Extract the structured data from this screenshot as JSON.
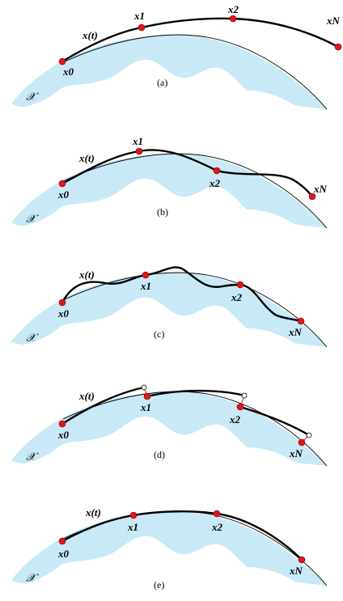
{
  "set_label": "𝒳",
  "traj_label": "x(t)",
  "points": {
    "x0": "x0",
    "x1": "x1",
    "x2": "x2",
    "xN": "xN"
  },
  "panels": [
    {
      "id": "a",
      "caption": "(a)"
    },
    {
      "id": "b",
      "caption": "(b)"
    },
    {
      "id": "c",
      "caption": "(c)"
    },
    {
      "id": "d",
      "caption": "(d)"
    },
    {
      "id": "e",
      "caption": "(e)"
    }
  ],
  "colors": {
    "region": "#c9e9f7",
    "point": "#e0161b",
    "trajectory": "#000000"
  }
}
